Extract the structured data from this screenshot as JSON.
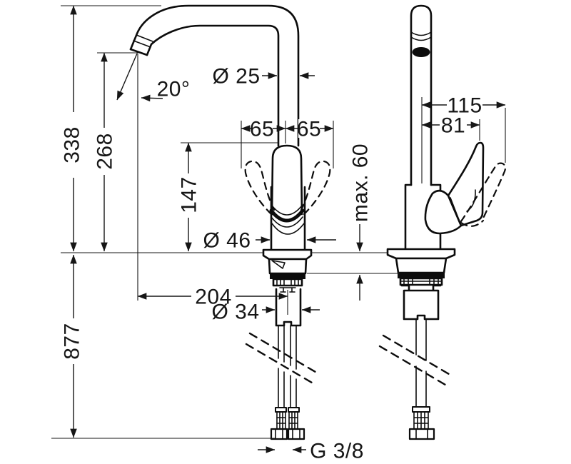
{
  "drawing": {
    "type": "technical-dimension-drawing",
    "views": [
      "front-view",
      "side-view"
    ],
    "colors": {
      "line": "#0c0c0c",
      "background": "#ffffff"
    },
    "labels": {
      "height_overall": "338",
      "height_spout": "268",
      "spout_angle": "20°",
      "spout_pipe_diameter": "Ø 25",
      "swing_left": "65",
      "swing_right": "65",
      "handle_to_deck": "147",
      "projection_total": "115",
      "projection_handle": "81",
      "body_diameter": "Ø 46",
      "max_deck_thickness": "max. 60",
      "reach": "204",
      "shank_diameter": "Ø 34",
      "hose_length": "877",
      "connection_thread": "G 3/8"
    }
  }
}
